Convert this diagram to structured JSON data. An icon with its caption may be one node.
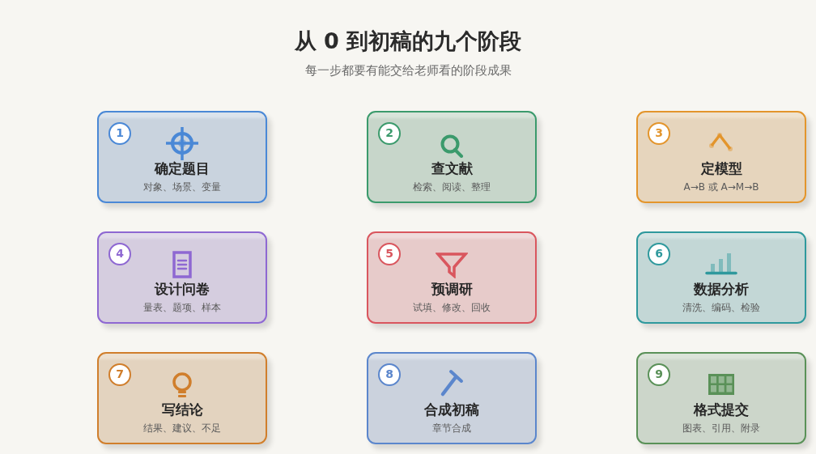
{
  "diagram": {
    "title": "从 0 到初稿的九个阶段",
    "nodes": [
      {
        "text": [
          "1",
          "确定题目",
          "对象、场景、变量"
        ]
      },
      {
        "text": [
          "2",
          "查文献",
          "检索、阅读、整理"
        ]
      },
      {
        "text": [
          "3",
          "定模型",
          "A→B 或 A→M→B"
        ]
      },
      {
        "text": [
          "4",
          "设计问卷",
          "量表、题项、样本"
        ]
      },
      {
        "text": [
          "5",
          "预调研",
          "试填、修改、回收"
        ]
      },
      {
        "text": [
          "6",
          "数据分析",
          "清洗、编码、检验"
        ]
      },
      {
        "text": [
          "7",
          "写结论",
          "结果、建议、不足"
        ]
      },
      {
        "text": [
          "8",
          "合成初稿",
          "章节合成"
        ]
      },
      {
        "text": [
          "9",
          "格式提交",
          "图表、引用、附录"
        ]
      }
    ],
    "labels": [
      "每一步都要有能交给老师看的阶段成果"
    ]
  }
}
